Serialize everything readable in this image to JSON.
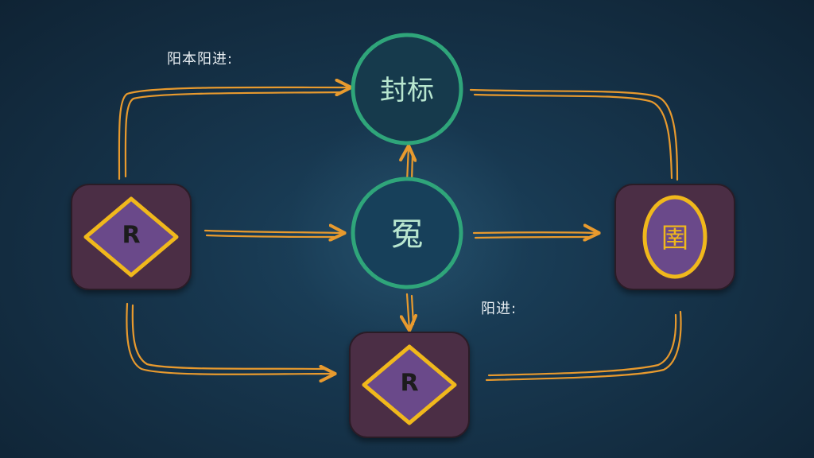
{
  "labels": {
    "top_left": "阳本阳进:",
    "mid_right": "阳进:"
  },
  "nodes": {
    "top_circle": "封标",
    "center_circle": "冤",
    "left_tile_glyph": "R",
    "bottom_tile_glyph": "R",
    "right_tile_glyph": "圉"
  },
  "colors": {
    "arrow": "#e89a2e",
    "circle_stroke": "#2fa57a",
    "tile_fill": "#4b2f45",
    "tile_diamond": "#f0b81c",
    "tile_inner": "#6a4a8a"
  }
}
